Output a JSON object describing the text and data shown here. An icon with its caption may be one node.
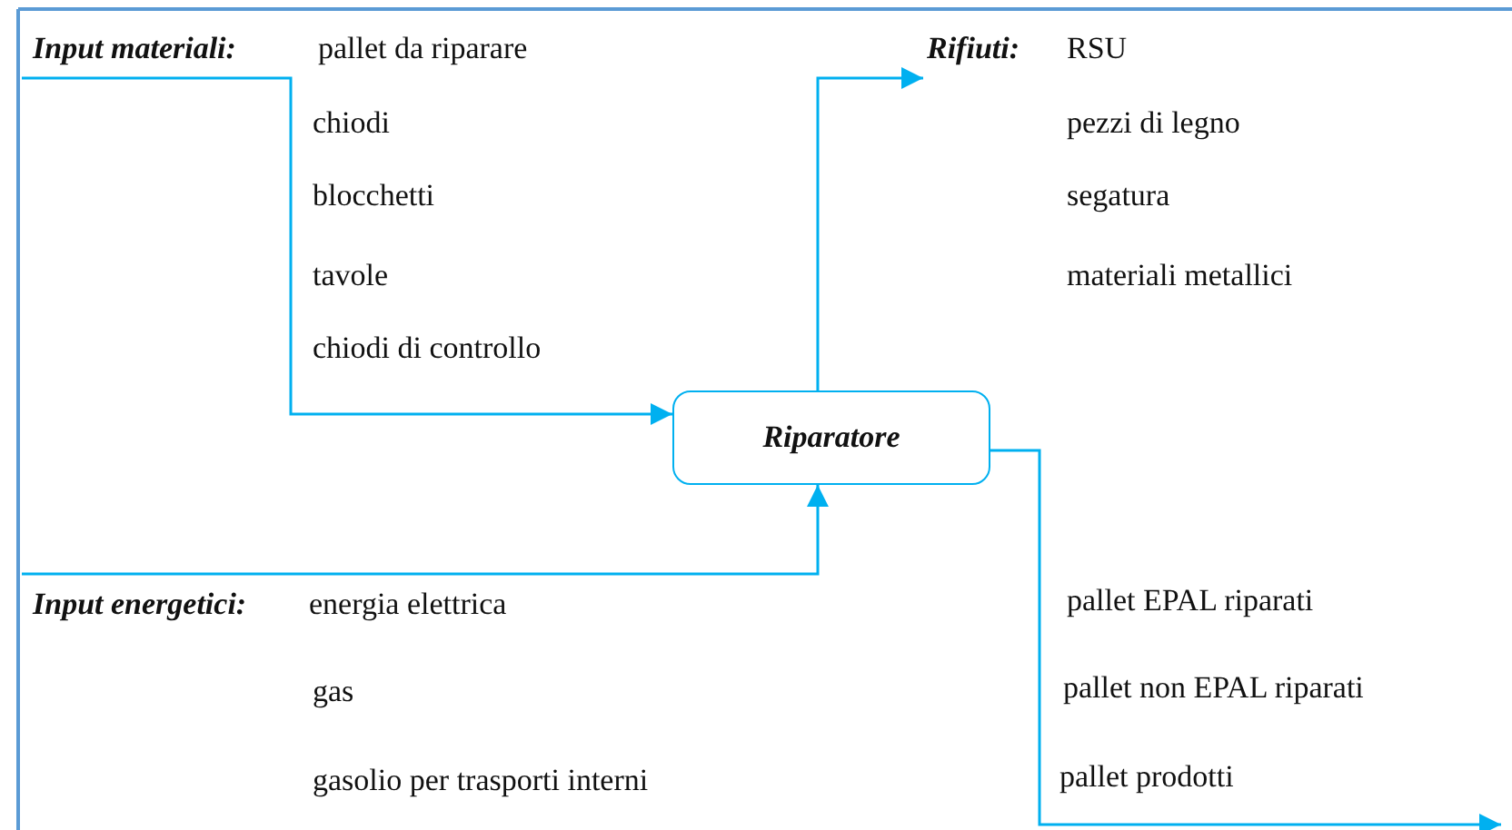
{
  "diagram": {
    "nodes": [
      {
        "text": [
          "Input materiali:",
          "pallet da riparare",
          "chiodi",
          "blocchetti",
          "tavole",
          "chiodi di controllo"
        ]
      },
      {
        "text": [
          "Riparatore"
        ]
      },
      {
        "text": [
          "Input energetici:",
          "energia elettrica",
          "gas",
          "gasolio per trasporti interni"
        ]
      },
      {
        "text": [
          "Rifiuti:",
          "RSU",
          "pezzi di legno",
          "segatura",
          "materiali metallici"
        ]
      },
      {
        "text": [
          "pallet EPAL riparati",
          "pallet non EPAL riparati",
          "pallet prodotti"
        ]
      }
    ],
    "edges": [
      {
        "from": 0,
        "to": 1,
        "arrow": "to"
      },
      {
        "from": 2,
        "to": 1,
        "arrow": "to"
      },
      {
        "from": 1,
        "to": 3,
        "arrow": "to"
      },
      {
        "from": 1,
        "to": 4,
        "arrow": "to"
      }
    ]
  }
}
